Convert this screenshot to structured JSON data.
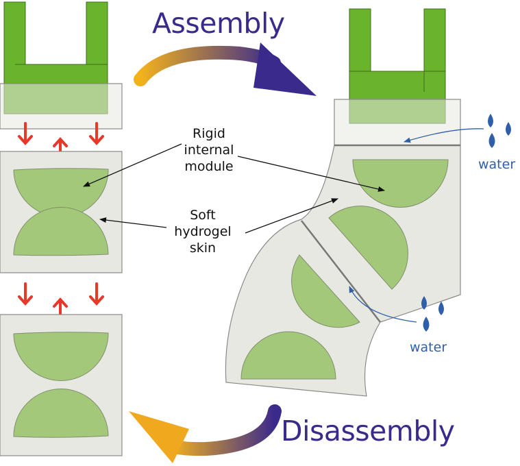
{
  "titles": {
    "assembly": "Assembly",
    "disassembly": "Disassembly"
  },
  "labels": {
    "rigid_1": "Rigid",
    "rigid_2": "internal",
    "rigid_3": "module",
    "soft_1": "Soft",
    "soft_2": "hydrogel",
    "soft_3": "skin",
    "water_top": "water",
    "water_bottom": "water"
  },
  "colors": {
    "gripper_green": "#6ab42d",
    "module_green": "#a4c87a",
    "skin_gray": "#e8e8e2",
    "outline": "#8a8a8a",
    "push_arrow_red": "#e8382a",
    "title_purple": "#3a2a8c",
    "water_blue": "#2f5fa8",
    "gradient_start": "#f3b21c",
    "gradient_end": "#3a2a8c"
  }
}
